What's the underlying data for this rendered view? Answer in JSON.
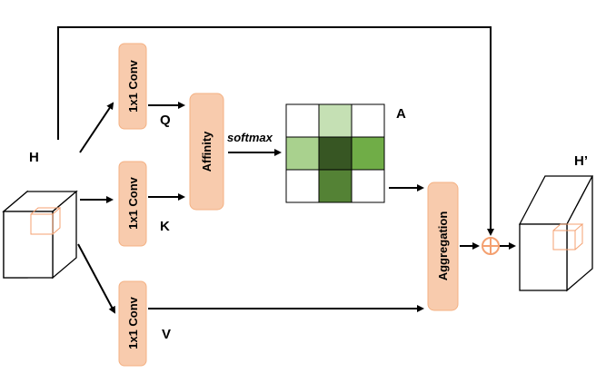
{
  "labels": {
    "input": "H",
    "output": "H’",
    "query": "Q",
    "key": "K",
    "value": "V",
    "affinity_map": "A",
    "softmax": "softmax"
  },
  "blocks": {
    "conv_q": "1x1 Conv",
    "conv_k": "1x1 Conv",
    "conv_v": "1x1 Conv",
    "affinity": "Affinity",
    "aggregation": "Aggregation"
  },
  "colors": {
    "block_fill": "#F8CBAD",
    "block_stroke": "#F4B183",
    "plus_color": "#F4A070",
    "cube_color": "#F4A070"
  },
  "affinity_grid": [
    [
      "#FFFFFF",
      "#C5E0B4",
      "#FFFFFF"
    ],
    [
      "#A9D18E",
      "#375623",
      "#70AD47"
    ],
    [
      "#FFFFFF",
      "#548235",
      "#FFFFFF"
    ]
  ]
}
